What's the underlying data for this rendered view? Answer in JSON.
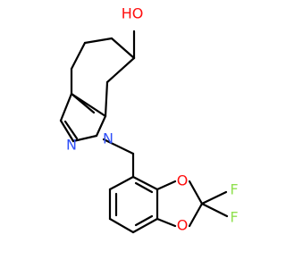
{
  "molecule": {
    "atom_labels": {
      "hydroxyl": "HO",
      "ring_n1": "N",
      "ring_n2": "N",
      "oxygen_top": "O",
      "oxygen_bottom": "O",
      "fluorine_top": "F",
      "fluorine_bottom": "F"
    },
    "colors": {
      "bond": "#000000",
      "oxygen": "#ff0d0d",
      "nitrogen": "#3050f8",
      "fluorine": "#90e050",
      "background": "#ffffff"
    }
  }
}
